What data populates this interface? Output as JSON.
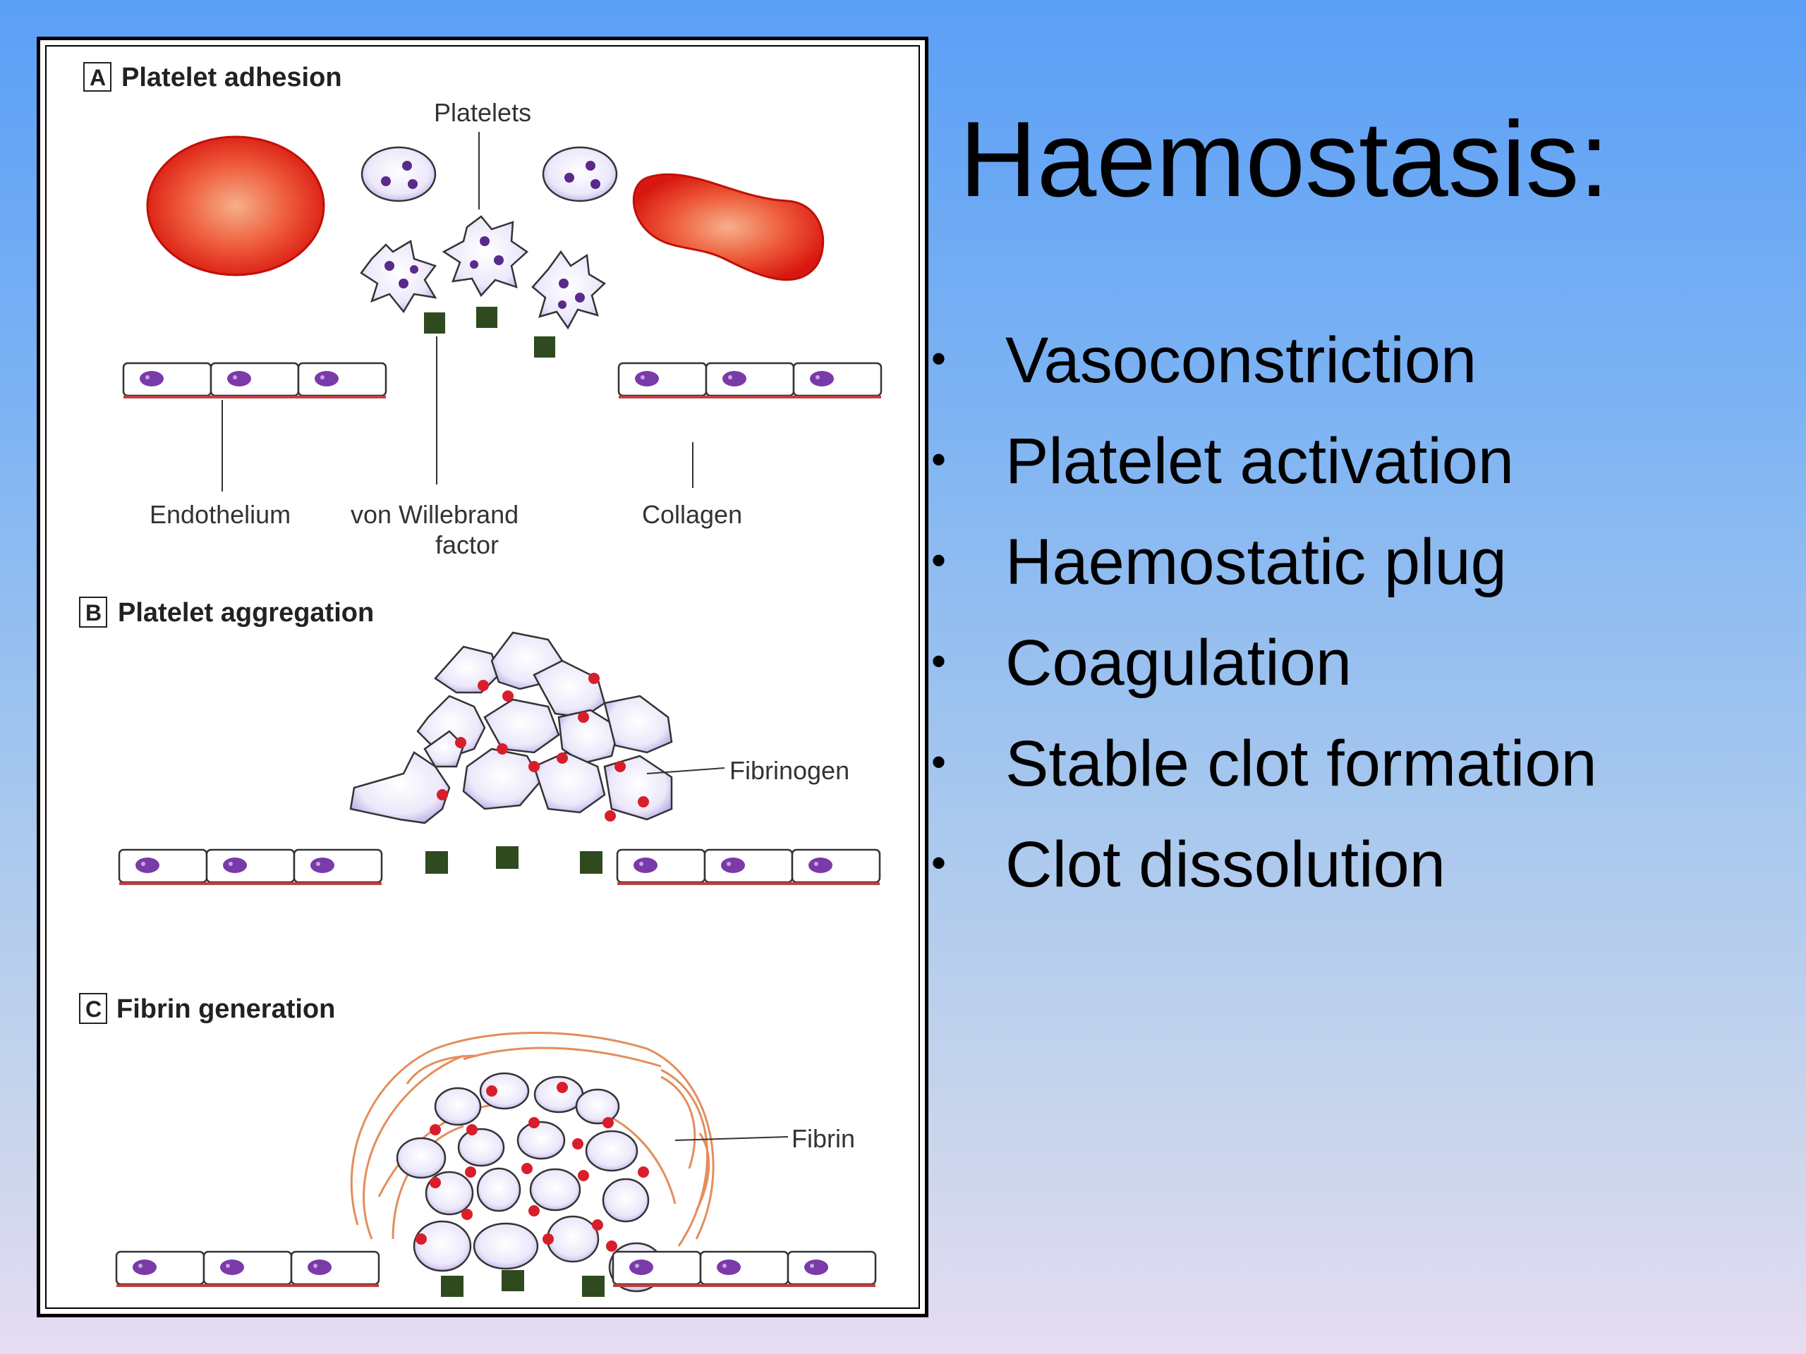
{
  "slide": {
    "title": "Haemostasis:",
    "bullets": [
      "Vasoconstriction",
      "Platelet activation",
      "Haemostatic plug",
      "Coagulation",
      "Stable clot formation",
      "Clot dissolution"
    ],
    "bullet_glyph": "•"
  },
  "figure": {
    "panels": [
      {
        "letter": "A",
        "title": "Platelet adhesion"
      },
      {
        "letter": "B",
        "title": "Platelet aggregation"
      },
      {
        "letter": "C",
        "title": "Fibrin generation"
      }
    ],
    "labels": {
      "platelets": "Platelets",
      "endothelium": "Endothelium",
      "vwf_line1": "von Willebrand",
      "vwf_line2": "factor",
      "collagen": "Collagen",
      "fibrinogen": "Fibrinogen",
      "fibrin": "Fibrin"
    },
    "colors": {
      "red_cell": "#e8201a",
      "platelet_nucleus": "#5a2a8a",
      "cell_nucleus": "#7a3aa8",
      "vwf_square": "#2e4a1e",
      "fibrinogen_dot": "#d81e2a",
      "fibrin_strand": "#e07a40",
      "platelet_fill": "#e9e6f8"
    }
  }
}
